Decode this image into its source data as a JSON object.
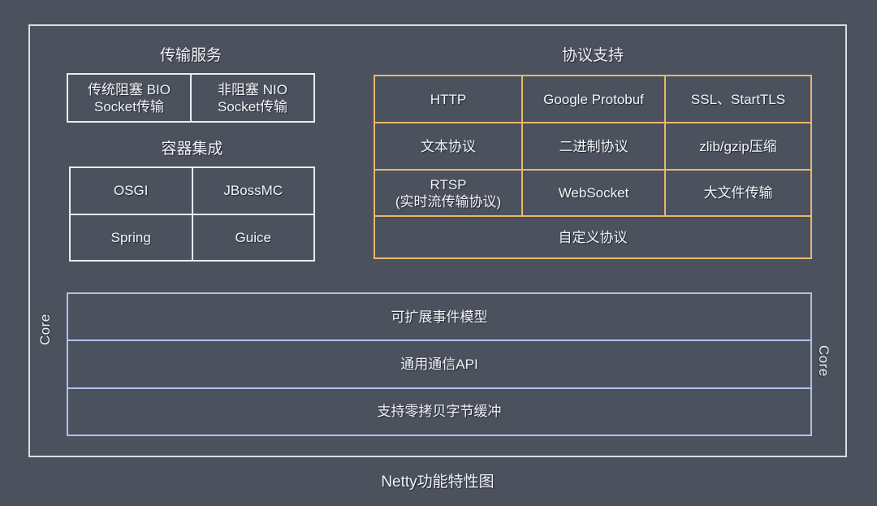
{
  "diagram": {
    "caption": "Netty功能特性图",
    "colors": {
      "background": "#4c515e",
      "frame_border": "#d9dde6",
      "white_border": "#e8ebf0",
      "orange_border": "#e8b96a",
      "blue_border": "#aec2e6",
      "text": "#f0f2f7"
    },
    "sections": {
      "transport": {
        "title": "传输服务",
        "rows": [
          [
            "传统阻塞 BIO\nSocket传输",
            "非阻塞 NIO\nSocket传输"
          ]
        ]
      },
      "container": {
        "title": "容器集成",
        "rows": [
          [
            "OSGI",
            "JBossMC"
          ],
          [
            "Spring",
            "Guice"
          ]
        ]
      },
      "protocol": {
        "title": "协议支持",
        "rows": [
          [
            "HTTP",
            "Google Protobuf",
            "SSL、StartTLS"
          ],
          [
            "文本协议",
            "二进制协议",
            "zlib/gzip压缩"
          ],
          [
            "RTSP\n(实时流传输协议)",
            "WebSocket",
            "大文件传输"
          ]
        ],
        "full_width_row": "自定义协议"
      },
      "core": {
        "label_left": "Core",
        "label_right": "Core",
        "rows": [
          "可扩展事件模型",
          "通用通信API",
          "支持零拷贝字节缓冲"
        ]
      }
    }
  }
}
